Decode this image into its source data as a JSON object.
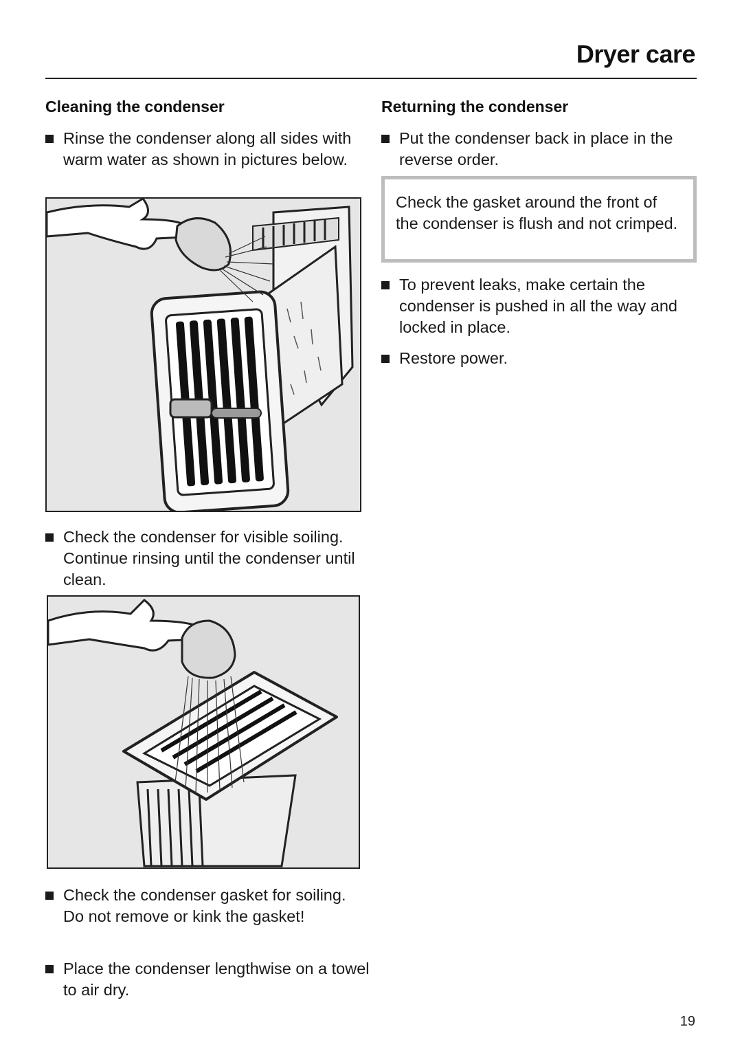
{
  "header": {
    "title": "Dryer care"
  },
  "left": {
    "heading": "Cleaning the condenser",
    "bullet1": "Rinse the condenser along all sides with warm water as shown in pictures below.",
    "bullet2": "Check the condenser for visible soiling. Continue rinsing until the condenser until clean.",
    "bullet3_line1": "Check the condenser gasket for soiling.",
    "bullet3_line2": "Do not remove or kink the gasket!",
    "bullet4": "Place the condenser lengthwise on a towel to air dry."
  },
  "right": {
    "heading": "Returning the condenser",
    "bullet1": "Put the condenser back in place in the reverse order.",
    "note": "Check the gasket around the front of the condenser is flush and not crimped.",
    "bullet2": "To prevent leaks, make certain the condenser is pushed in all the way and locked in place.",
    "bullet3": "Restore power."
  },
  "footer": {
    "page_number": "19"
  }
}
